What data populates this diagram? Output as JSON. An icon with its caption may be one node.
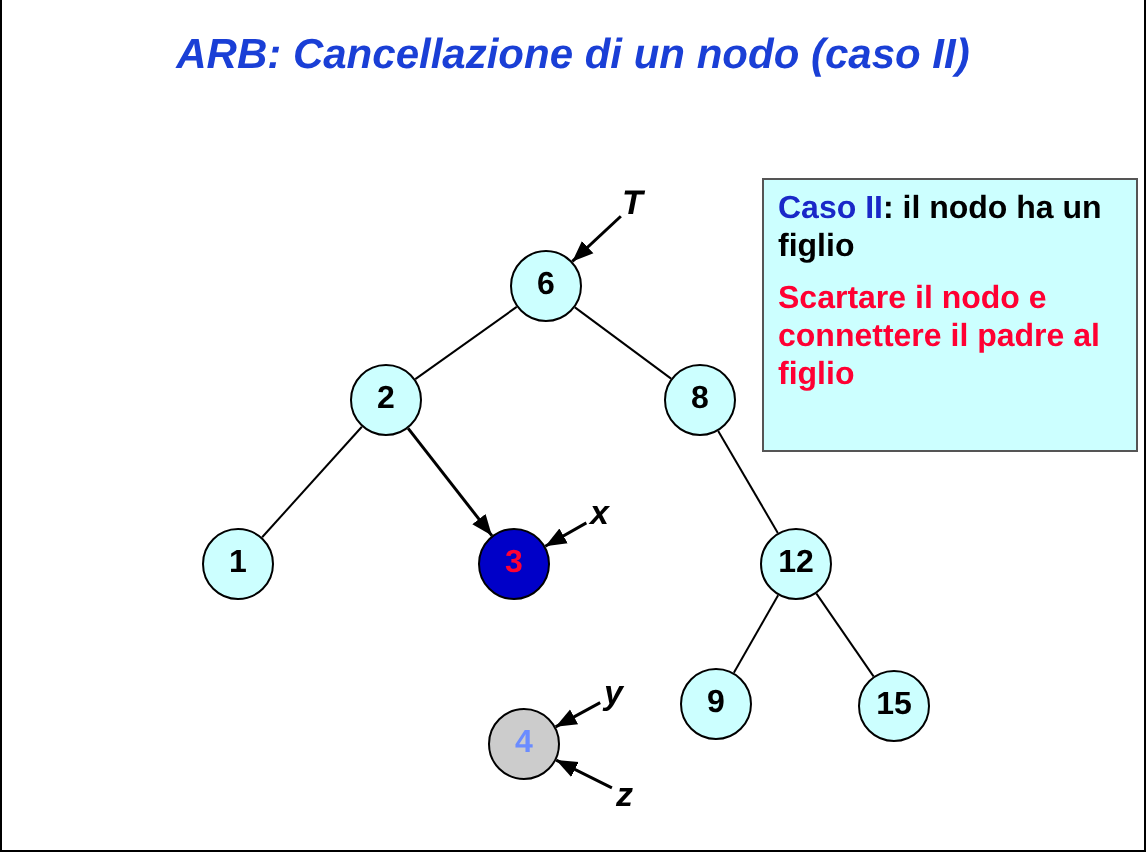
{
  "diagram": {
    "title": "ARB: Cancellazione di un nodo (caso II)",
    "nodes": [
      {
        "text": [
          "T"
        ]
      },
      {
        "text": [
          "6"
        ]
      },
      {
        "text": [
          "2"
        ]
      },
      {
        "text": [
          "8"
        ]
      },
      {
        "text": [
          "1"
        ]
      },
      {
        "text": [
          "3"
        ]
      },
      {
        "text": [
          "x"
        ]
      },
      {
        "text": [
          "12"
        ]
      },
      {
        "text": [
          "9"
        ]
      },
      {
        "text": [
          "15"
        ]
      },
      {
        "text": [
          "y"
        ]
      },
      {
        "text": [
          "4"
        ]
      },
      {
        "text": [
          "z"
        ]
      },
      {
        "text": [
          "**Caso II**: il nodo ha un figlio",
          "Scartare il nodo e connettere il padre al figlio"
        ]
      }
    ],
    "edges": [
      {
        "from": 0,
        "to": 1,
        "arrow": "to"
      },
      {
        "from": 1,
        "to": 2,
        "arrow": "none"
      },
      {
        "from": 1,
        "to": 3,
        "arrow": "none"
      },
      {
        "from": 2,
        "to": 4,
        "arrow": "none"
      },
      {
        "from": 2,
        "to": 5,
        "arrow": "to"
      },
      {
        "from": 6,
        "to": 5,
        "arrow": "to"
      },
      {
        "from": 3,
        "to": 7,
        "arrow": "none"
      },
      {
        "from": 7,
        "to": 8,
        "arrow": "none"
      },
      {
        "from": 7,
        "to": 9,
        "arrow": "none"
      },
      {
        "from": 10,
        "to": 11,
        "arrow": "to"
      },
      {
        "from": 12,
        "to": 11,
        "arrow": "to"
      }
    ]
  }
}
